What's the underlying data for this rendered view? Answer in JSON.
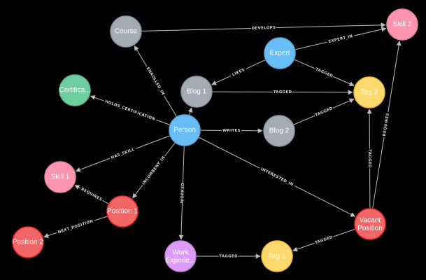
{
  "colors": {
    "background": "#000000",
    "edge": "#bdbdbd",
    "gray": "#a5abb6",
    "blue": "#68bdf6",
    "green": "#6dce9e",
    "pink": "#ff75ea",
    "light_pink": "#fb95af",
    "red": "#f16667",
    "yellow": "#ffd86e",
    "purple": "#de9bf9"
  },
  "nodes": [
    {
      "id": "course",
      "label": "Course",
      "color": "#a5abb6",
      "border": "#8e949e"
    },
    {
      "id": "expert",
      "label": "Expert",
      "color": "#68bdf6",
      "border": "#5ca8db"
    },
    {
      "id": "skill2",
      "label": "Skill 2",
      "color": "#fb95af",
      "border": "#e0849b"
    },
    {
      "id": "cert",
      "label": "Certifica...",
      "color": "#6dce9e",
      "border": "#60b58b"
    },
    {
      "id": "blog1",
      "label": "Blog 1",
      "color": "#a5abb6",
      "border": "#8e949e"
    },
    {
      "id": "tag2",
      "label": "Tag 2",
      "color": "#ffd86e",
      "border": "#edba39"
    },
    {
      "id": "person",
      "label": "Person",
      "color": "#68bdf6",
      "border": "#5ca8db"
    },
    {
      "id": "blog2",
      "label": "Blog 2",
      "color": "#a5abb6",
      "border": "#8e949e"
    },
    {
      "id": "skill1",
      "label": "Skill 1",
      "color": "#fb95af",
      "border": "#e0849b"
    },
    {
      "id": "position1",
      "label": "Position 1",
      "color": "#f16667",
      "border": "#eb2728"
    },
    {
      "id": "position2",
      "label": "Position 2",
      "color": "#f16667",
      "border": "#eb2728"
    },
    {
      "id": "vacant",
      "label": "Vacant Position",
      "label_lines": [
        "Vacant",
        "Position"
      ],
      "color": "#f16667",
      "border": "#eb2728"
    },
    {
      "id": "work",
      "label": "Work Experie...",
      "label_lines": [
        "Work",
        "Experie..."
      ],
      "color": "#de9bf9",
      "border": "#bf85d6"
    },
    {
      "id": "tag1",
      "label": "Tag 1",
      "color": "#ffd86e",
      "border": "#edba39"
    }
  ],
  "edges": [
    {
      "from": "course",
      "to": "skill2",
      "label": "DEVELOPS"
    },
    {
      "from": "expert",
      "to": "skill2",
      "label": "EXPERT_IN"
    },
    {
      "from": "expert",
      "to": "blog1",
      "label": "LIKES"
    },
    {
      "from": "expert",
      "to": "tag2",
      "label": "TAGGED"
    },
    {
      "from": "blog1",
      "to": "tag2",
      "label": "TAGGED"
    },
    {
      "from": "person",
      "to": "course",
      "label": "ENROLLED_IN"
    },
    {
      "from": "person",
      "to": "cert",
      "label": "HOLDS_CERTIFICATION"
    },
    {
      "from": "person",
      "to": "blog1",
      "label": ""
    },
    {
      "from": "person",
      "to": "blog2",
      "label": "WRITES"
    },
    {
      "from": "blog2",
      "to": "tag2",
      "label": "TAGGED"
    },
    {
      "from": "person",
      "to": "skill1",
      "label": "HAS_SKILL"
    },
    {
      "from": "person",
      "to": "position1",
      "label": "INCUMBENT_IN"
    },
    {
      "from": "person",
      "to": "work",
      "label": "WORKED"
    },
    {
      "from": "person",
      "to": "vacant",
      "label": "INTERESTED_IN"
    },
    {
      "from": "position1",
      "to": "skill1",
      "label": "REQUIRES"
    },
    {
      "from": "position1",
      "to": "position2",
      "label": "NEXT_POSITION"
    },
    {
      "from": "vacant",
      "to": "tag2",
      "label": "TAGGED"
    },
    {
      "from": "vacant",
      "to": "skill2",
      "label": "REQUIRES"
    },
    {
      "from": "vacant",
      "to": "tag1",
      "label": "TAGGED"
    },
    {
      "from": "work",
      "to": "tag1",
      "label": "TAGGED"
    }
  ]
}
